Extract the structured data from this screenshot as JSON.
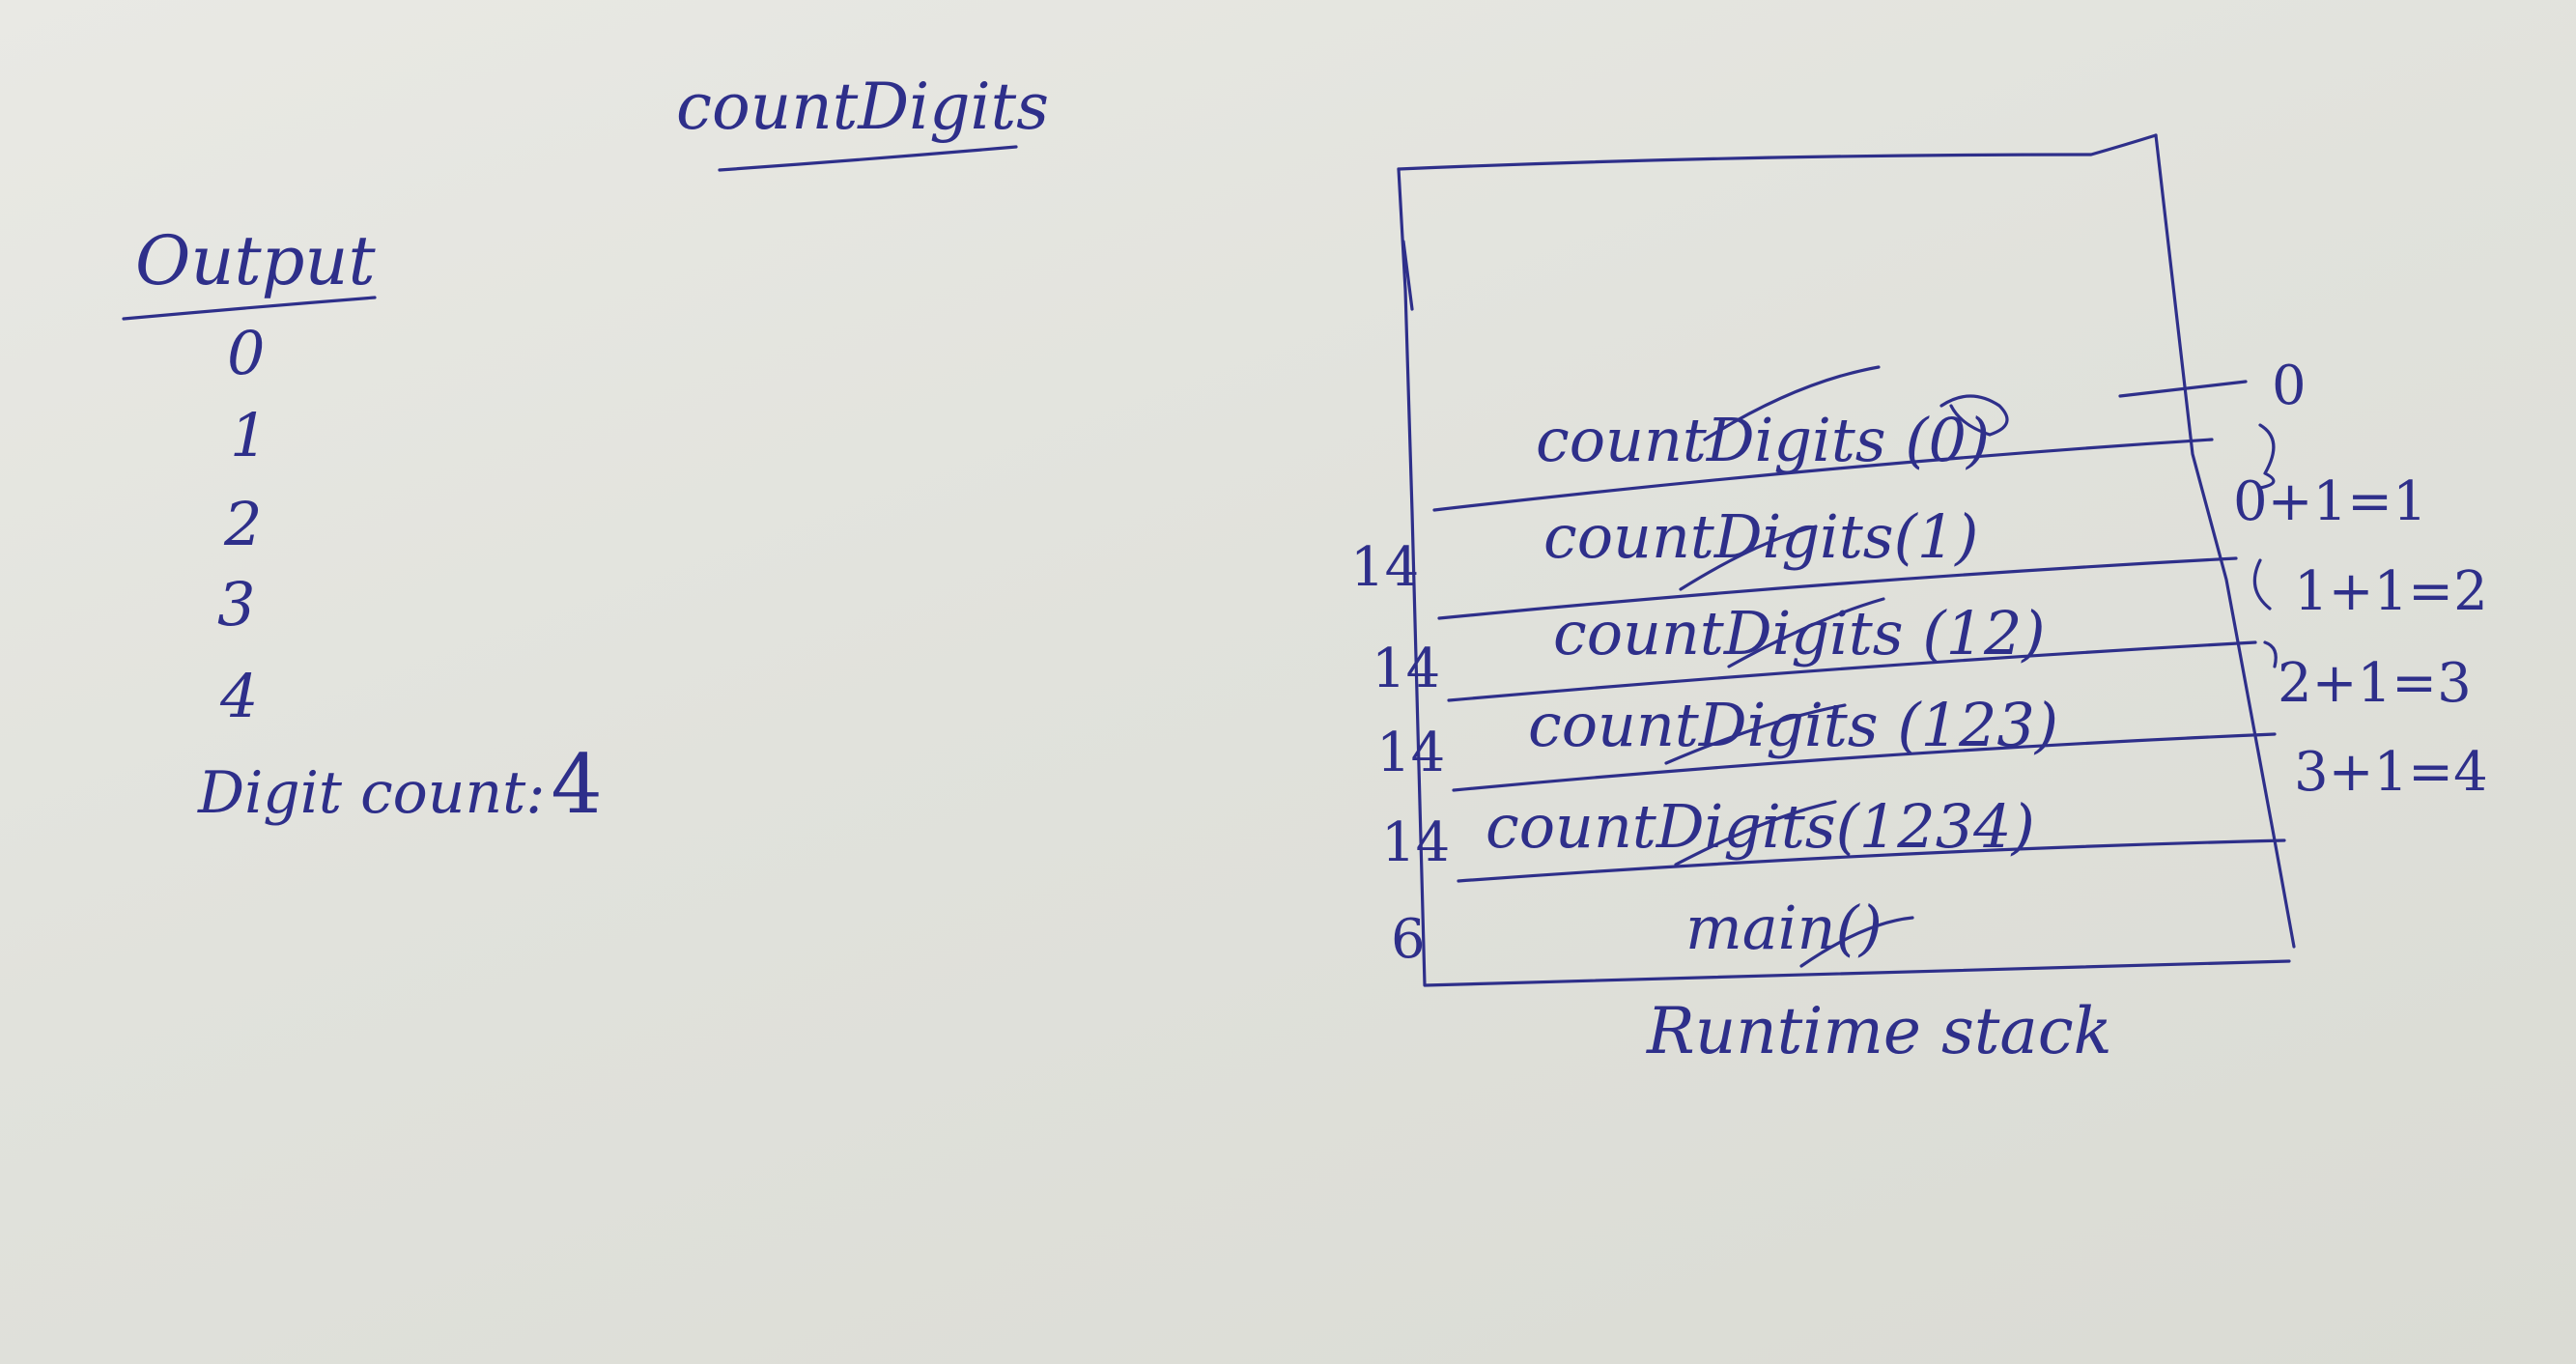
{
  "title": "countDigits",
  "output": {
    "heading": "Output",
    "values": [
      "0",
      "1",
      "2",
      "3",
      "4"
    ],
    "digit_count_label": "Digit count:",
    "digit_count_value": "4"
  },
  "runtime_stack": {
    "caption": "Runtime stack",
    "frames": [
      {
        "label": "countDigits (0)",
        "return_line": "",
        "result": "0"
      },
      {
        "label": "countDigits(1)",
        "return_line": "14",
        "result": "0+1=1"
      },
      {
        "label": "countDigits (12)",
        "return_line": "14",
        "result": "1+1=2"
      },
      {
        "label": "countDigits (123)",
        "return_line": "14",
        "result": "2+1=3"
      },
      {
        "label": "countDigits(1234)",
        "return_line": "14",
        "result": "3+1=4"
      },
      {
        "label": "main()",
        "return_line": "6",
        "result": ""
      }
    ]
  },
  "colors": {
    "ink": "#2e2f8a",
    "paper": "#e4e4df"
  }
}
